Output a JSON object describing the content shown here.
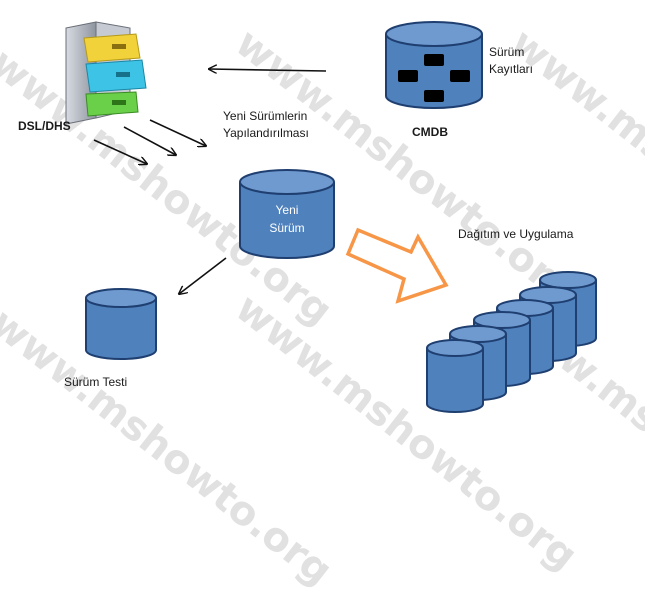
{
  "labels": {
    "dsl_dhs": "DSL/DHS",
    "build_line1": "Yeni Sürümlerin",
    "build_line2": "Yapılandırılması",
    "records_line1": "Sürüm",
    "records_line2": "Kayıtları",
    "cmdb": "CMDB",
    "new_release_line1": "Yeni",
    "new_release_line2": "Sürüm",
    "deploy": "Dağıtım ve Uygulama",
    "release_test": "Sürüm Testi"
  },
  "watermark": "www.mshowto.org",
  "colors": {
    "cylinder_fill": "#4f81bd",
    "cylinder_top": "#6f9ad0",
    "cylinder_stroke": "#1f3f70",
    "arrow_orange": "#f79646",
    "text": "#1a1a1a"
  }
}
